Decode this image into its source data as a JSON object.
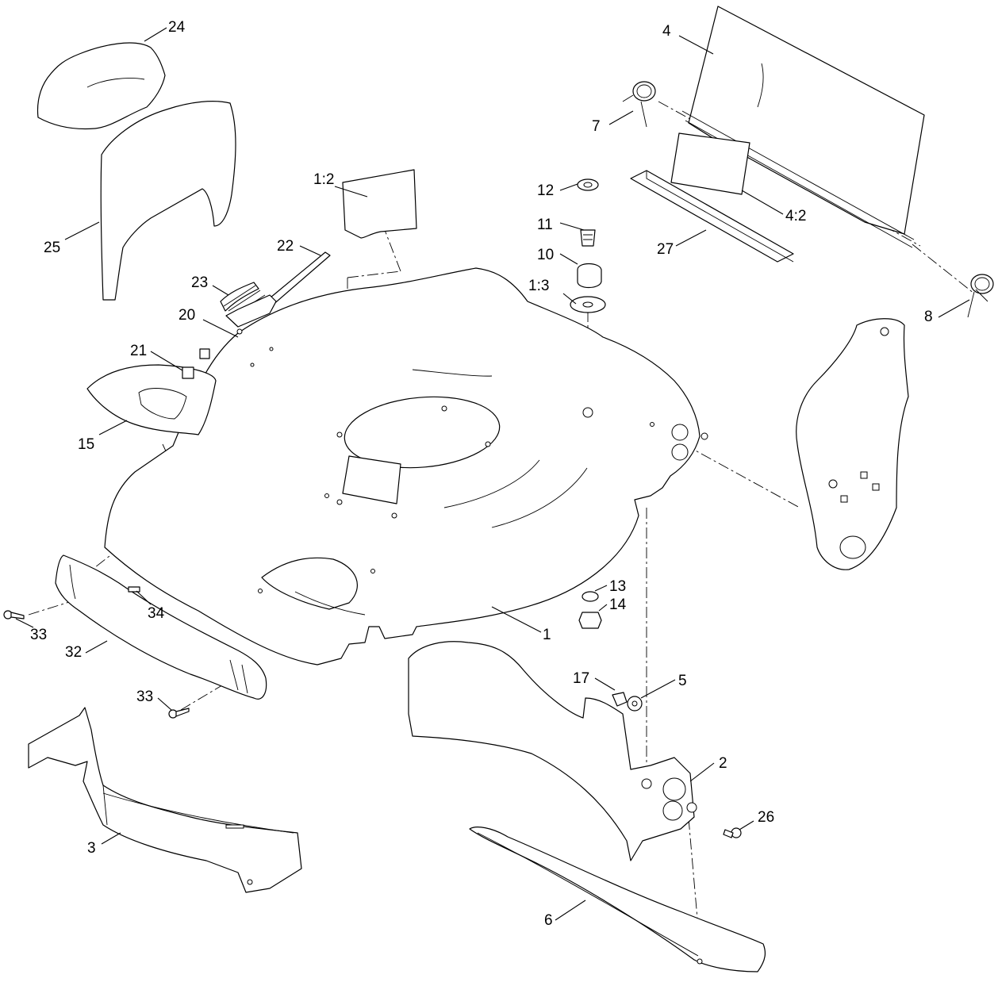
{
  "callouts": {
    "c1": "1",
    "c1_2": "1:2",
    "c1_3": "1:3",
    "c2": "2",
    "c3": "3",
    "c4": "4",
    "c4_2": "4:2",
    "c5": "5",
    "c6": "6",
    "c7": "7",
    "c8": "8",
    "c10": "10",
    "c11": "11",
    "c12": "12",
    "c13": "13",
    "c14": "14",
    "c15": "15",
    "c17": "17",
    "c20": "20",
    "c21": "21",
    "c22": "22",
    "c23": "23",
    "c24": "24",
    "c25": "25",
    "c26": "26",
    "c27": "27",
    "c32": "32",
    "c33a": "33",
    "c33b": "33",
    "c34": "34"
  }
}
